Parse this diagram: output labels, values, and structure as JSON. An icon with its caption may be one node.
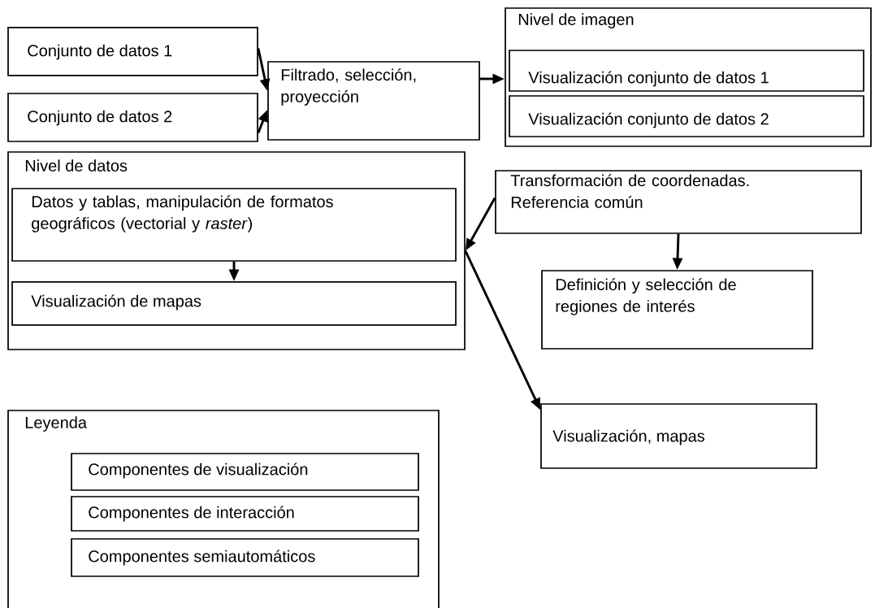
{
  "diagram": {
    "nodes": [
      {
        "text": [
          "Conjunto de datos 1"
        ]
      },
      {
        "text": [
          "Conjunto de datos 2"
        ]
      },
      {
        "text": [
          "Filtrado, selección, proyección"
        ]
      },
      {
        "text": [
          "Nivel de imagen"
        ]
      },
      {
        "text": [
          "Visualización conjunto de datos 1"
        ],
        "in": 3
      },
      {
        "text": [
          "Visualización conjunto de datos 2"
        ],
        "in": 3
      },
      {
        "text": [
          "Nivel de datos"
        ]
      },
      {
        "text": [
          "Datos y tablas, manipulación de formatos geográficos (vectorial y *raster*)"
        ],
        "in": 6
      },
      {
        "text": [
          "Visualización de mapas"
        ],
        "in": 6
      },
      {
        "text": [
          "Transformación de coordenadas. Referencia común"
        ]
      },
      {
        "text": [
          "Definición y selección de regiones de interés"
        ]
      },
      {
        "text": [
          "Visualización, mapas"
        ]
      },
      {
        "text": [
          "Leyenda"
        ]
      },
      {
        "text": [
          "Componentes de visualización"
        ],
        "in": 12
      },
      {
        "text": [
          "Componentes de interacción"
        ],
        "in": 12
      },
      {
        "text": [
          "Componentes semiautomáticos"
        ],
        "in": 12
      }
    ],
    "edges": [
      {
        "from": 0,
        "to": 2,
        "arrow": "to"
      },
      {
        "from": 1,
        "to": 2,
        "arrow": "to"
      },
      {
        "from": 2,
        "to": 3,
        "arrow": "to"
      },
      {
        "from": 7,
        "to": 8,
        "arrow": "to"
      },
      {
        "from": 9,
        "to": 6,
        "arrow": "to"
      },
      {
        "from": 6,
        "to": 11,
        "arrow": "to"
      },
      {
        "from": 9,
        "to": 10,
        "arrow": "to"
      }
    ]
  }
}
